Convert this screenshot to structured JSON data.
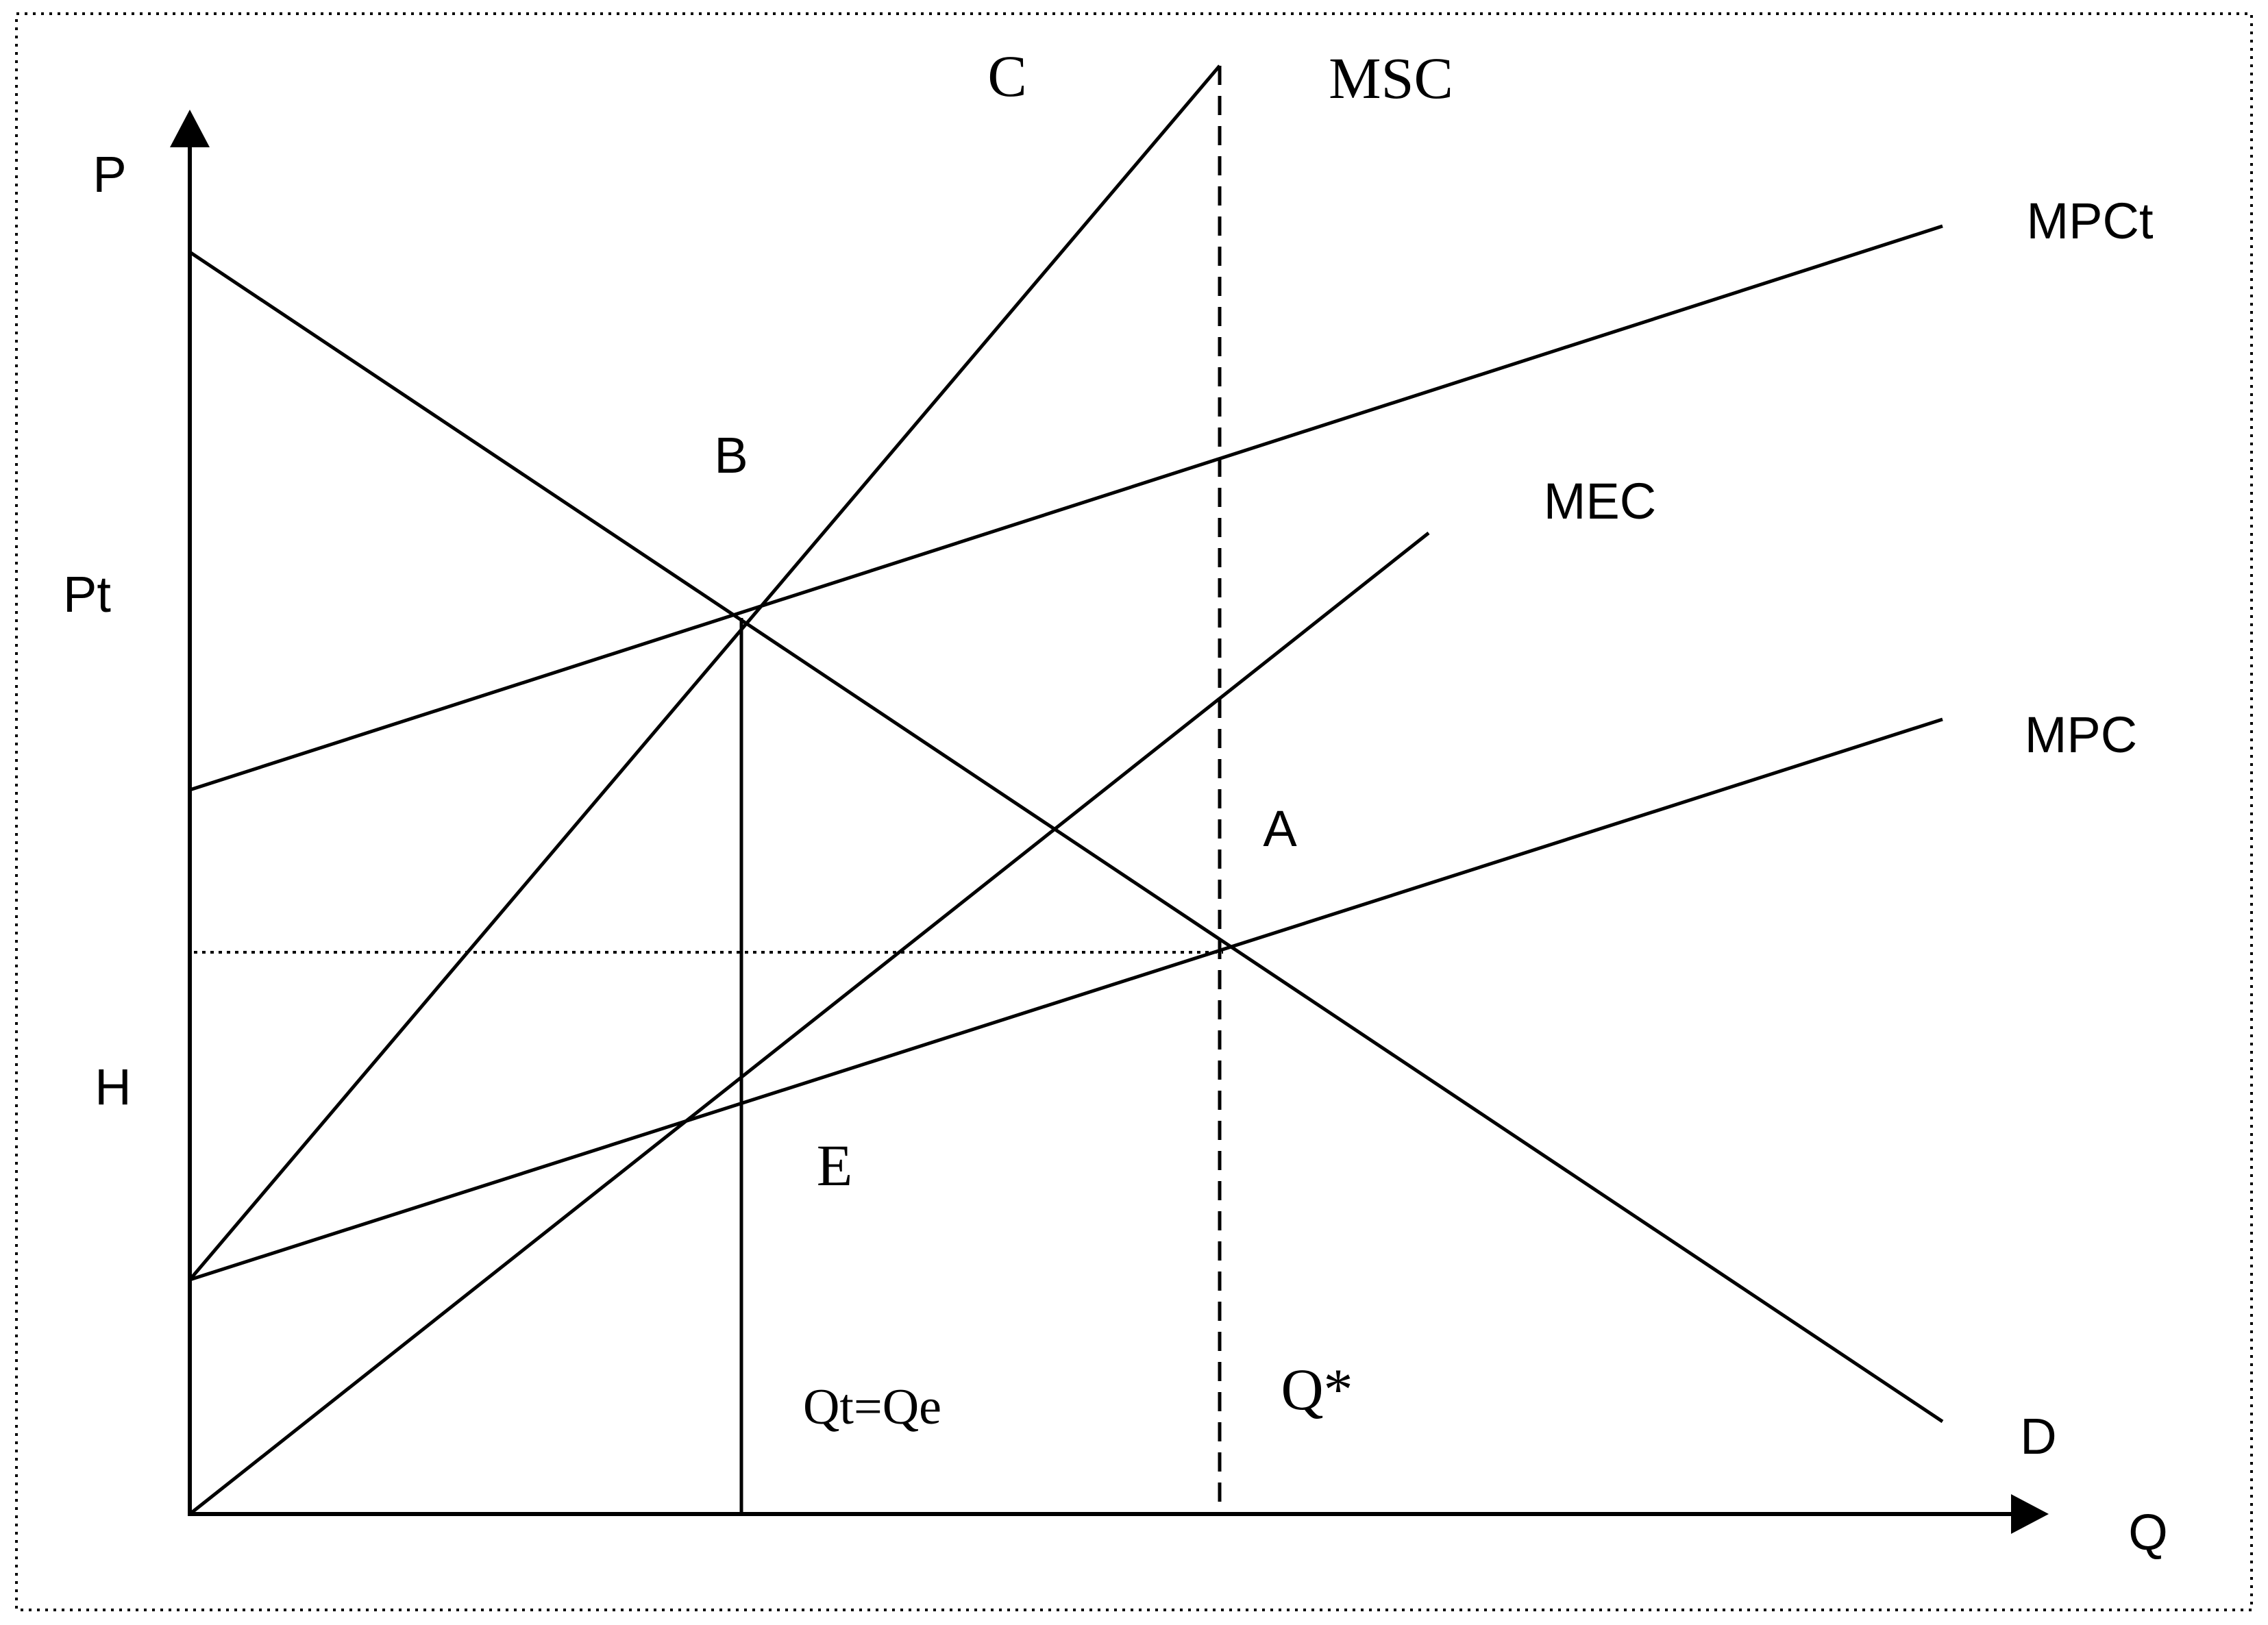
{
  "diagram": {
    "axis_labels": {
      "y": "P",
      "x": "Q"
    },
    "price_labels": {
      "pt": "Pt",
      "h": "H"
    },
    "curve_labels": {
      "msc": "MSC",
      "mpct": "MPCt",
      "mec": "MEC",
      "mpc": "MPC",
      "demand": "D"
    },
    "point_labels": {
      "a": "A",
      "b": "B",
      "c": "C",
      "e": "E"
    },
    "quantity_labels": {
      "qt": "Qt=Qe",
      "qstar": "Q*"
    },
    "colors": {
      "line": "#000000",
      "background": "#ffffff"
    }
  }
}
